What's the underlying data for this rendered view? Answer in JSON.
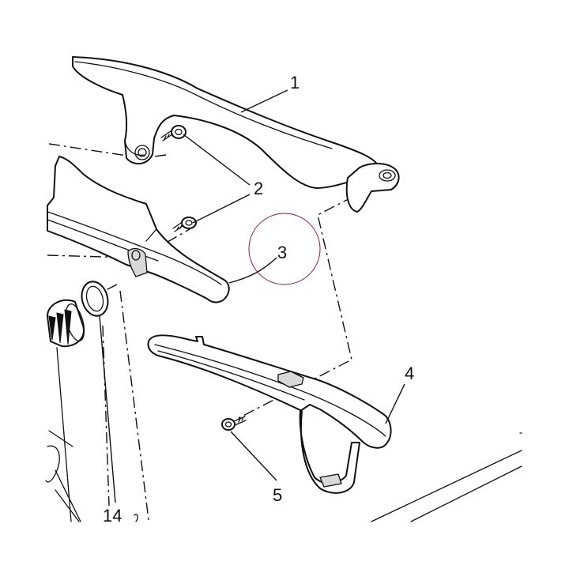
{
  "callouts": {
    "p1": "1",
    "p2": "2",
    "p3": "3",
    "p4": "4",
    "p5": "5",
    "p14": "14"
  },
  "colors": {
    "line": "#111111",
    "highlight_ring": "#8c1e3a",
    "background": "#ffffff"
  },
  "highlighted_callout": "3"
}
